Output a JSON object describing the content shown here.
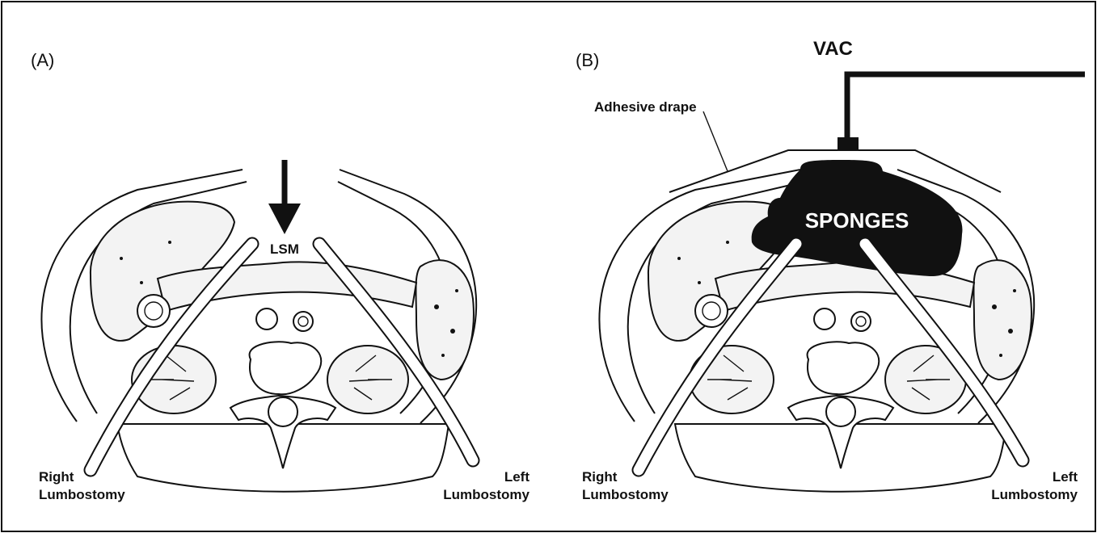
{
  "panels": [
    {
      "id": "A",
      "label": "(A)",
      "arrow_label": "LSM",
      "left_drain_label": [
        "Right",
        "Lumbostomy"
      ],
      "right_drain_label": [
        "Left",
        "Lumbostomy"
      ]
    },
    {
      "id": "B",
      "label": "(B)",
      "vac_label": "VAC",
      "drape_label": "Adhesive drape",
      "sponge_label": "SPONGES",
      "left_drain_label": [
        "Right",
        "Lumbostomy"
      ],
      "right_drain_label": [
        "Left",
        "Lumbostomy"
      ]
    }
  ],
  "colors": {
    "line": "#111111",
    "sponge": "#111111",
    "organ_fill": "#f3f3f3",
    "background": "#ffffff"
  }
}
